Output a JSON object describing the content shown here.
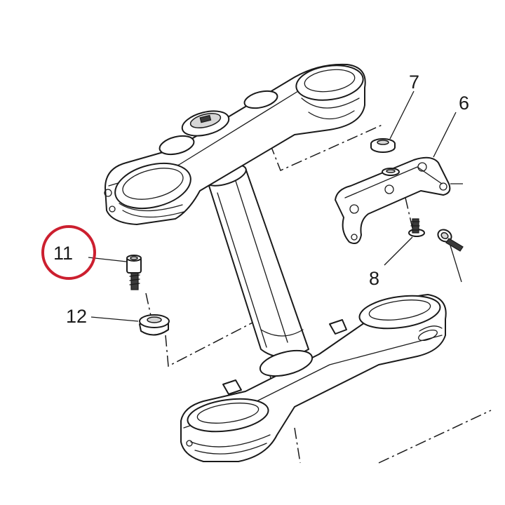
{
  "callouts": {
    "c6": "6",
    "c7": "7",
    "c8": "8",
    "c11": "11",
    "c12": "12"
  },
  "colors": {
    "line": "#1a1a1a",
    "highlight_ring": "#cc1f2f",
    "background": "#ffffff"
  },
  "highlighted_callout": "11"
}
